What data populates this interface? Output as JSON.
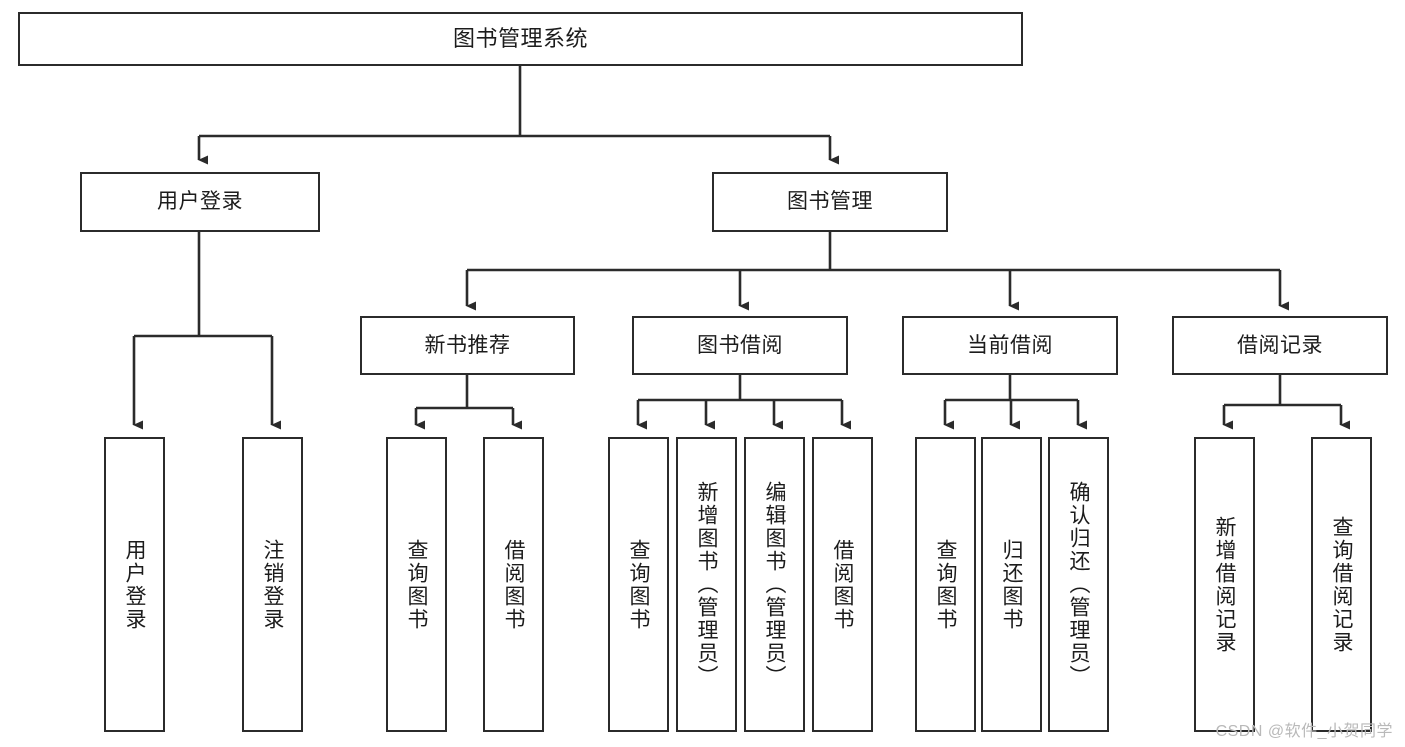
{
  "diagram": {
    "title": "图书管理系统",
    "type": "hierarchy-tree",
    "colors": {
      "box_border": "#2b2b2b",
      "box_fill": "#ffffff",
      "connector": "#2b2b2b",
      "text": "#1c1c1c",
      "watermark": "#b9b9b9"
    },
    "levels": {
      "root": "图书管理系统",
      "branches": [
        "用户登录",
        "图书管理"
      ],
      "sub_branches": [
        "新书推荐",
        "图书借阅",
        "当前借阅",
        "借阅记录"
      ]
    }
  },
  "nodes": {
    "root": {
      "label": "图书管理系统"
    },
    "user_login": {
      "label": "用户登录"
    },
    "book_mgmt": {
      "label": "图书管理"
    },
    "new_book_rec": {
      "label": "新书推荐"
    },
    "book_borrow": {
      "label": "图书借阅"
    },
    "current_borrow": {
      "label": "当前借阅"
    },
    "borrow_record": {
      "label": "借阅记录"
    }
  },
  "leaves": {
    "user_login": [
      {
        "label": "用户登录"
      },
      {
        "label": "注销登录"
      }
    ],
    "new_book_rec": [
      {
        "label": "查询图书"
      },
      {
        "label": "借阅图书"
      }
    ],
    "book_borrow": [
      {
        "label": "查询图书"
      },
      {
        "label": "新增图书（管理员）"
      },
      {
        "label": "编辑图书（管理员）"
      },
      {
        "label": "借阅图书"
      }
    ],
    "current_borrow": [
      {
        "label": "查询图书"
      },
      {
        "label": "归还图书"
      },
      {
        "label": "确认归还（管理员）"
      }
    ],
    "borrow_record": [
      {
        "label": "新增借阅记录"
      },
      {
        "label": "查询借阅记录"
      }
    ]
  },
  "watermark": {
    "text": "CSDN @软件_小贺同学"
  }
}
